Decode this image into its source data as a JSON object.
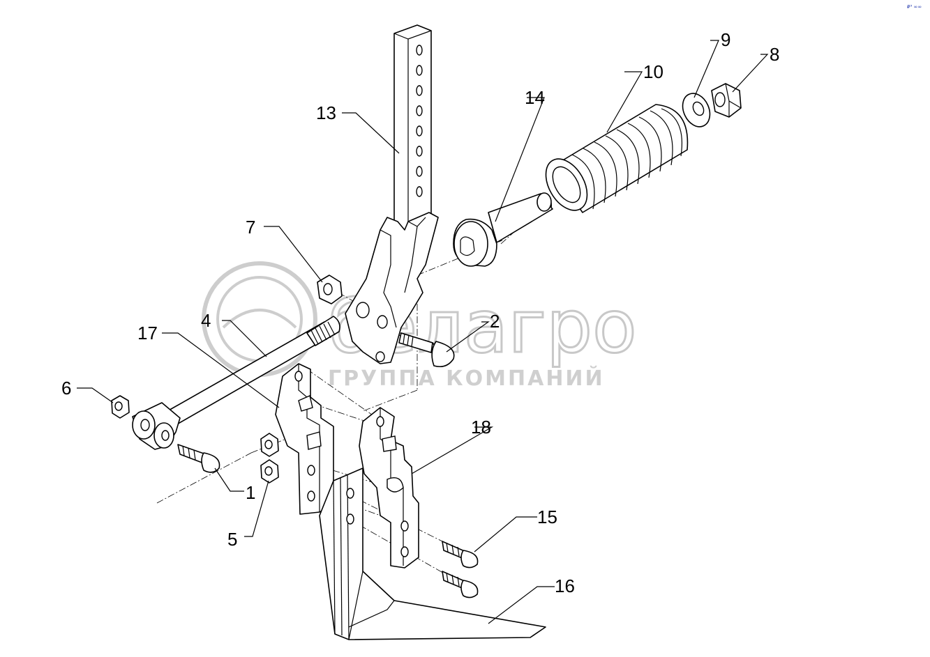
{
  "watermark": {
    "brand": "белагро",
    "subtitle": "ГРУППА КОМПАНИЙ"
  },
  "corner_mark": "₽³ ∞∞",
  "callouts": {
    "c1": "1",
    "c2": "2",
    "c4": "4",
    "c5": "5",
    "c6": "6",
    "c7": "7",
    "c8": "8",
    "c9": "9",
    "c10": "10",
    "c13": "13",
    "c14": "14",
    "c15": "15",
    "c16": "16",
    "c17": "17",
    "c18": "18"
  }
}
